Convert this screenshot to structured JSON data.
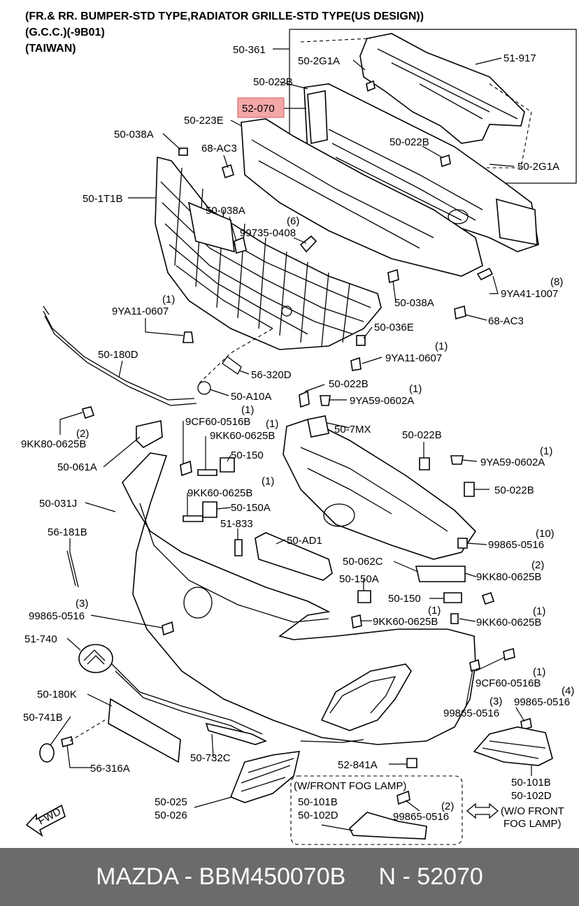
{
  "header": {
    "line1": "(FR.& RR. BUMPER-STD TYPE,RADIATOR GRILLE-STD TYPE(US DESIGN))",
    "line2": "(G.C.C.)(-9B01)",
    "line3": "(TAIWAN)"
  },
  "highlight": {
    "label": "52-070",
    "color": "#f4a7a7"
  },
  "labels": {
    "p50_361": "50-361",
    "p50_2g1a_top": "50-2G1A",
    "p51_917": "51-917",
    "p50_022b_a": "50-022B",
    "p50_223e": "50-223E",
    "p50_038a_a": "50-038A",
    "p68_ac3_a": "68-AC3",
    "p50_022b_b": "50-022B",
    "p50_2g1a_bot": "50-2G1A",
    "p50_1t1b": "50-1T1B",
    "p50_038a_b": "50-038A",
    "q6": "(6)",
    "p99735": "99735-0408",
    "q8": "(8)",
    "p9ya41": "9YA41-1007",
    "p50_038a_c": "50-038A",
    "q1_a": "(1)",
    "p9ya11_a": "9YA11-0607",
    "p68_ac3_b": "68-AC3",
    "p50_036e": "50-036E",
    "p50_180d": "50-180D",
    "q1_b": "(1)",
    "p9ya11_b": "9YA11-0607",
    "p56_320d": "56-320D",
    "p50_a10a": "50-A10A",
    "p50_022b_c": "50-022B",
    "q1_c": "(1)",
    "p9ya59_a": "9YA59-0602A",
    "q1_d": "(1)",
    "p9cf60_a": "9CF60-0516B",
    "q1_e": "(1)",
    "p50_7mx": "50-7MX",
    "q2_a": "(2)",
    "p9kk80_a": "9KK80-0625B",
    "p9kk60_a": "9KK60-0625B",
    "p50_022b_d": "50-022B",
    "q1_f": "(1)",
    "p9ya59_b": "9YA59-0602A",
    "p50_061a": "50-061A",
    "p50_150_a": "50-150",
    "p50_022b_e": "50-022B",
    "q1_g": "(1)",
    "p9kk60_b": "9KK60-0625B",
    "p50_031j": "50-031J",
    "p50_150a_a": "50-150A",
    "p51_833": "51-833",
    "q10": "(10)",
    "p99865_a": "99865-0516",
    "p56_181b": "56-181B",
    "p50_ad1": "50-AD1",
    "p50_062c": "50-062C",
    "q2_b": "(2)",
    "p9kk80_b": "9KK80-0625B",
    "p50_150a_b": "50-150A",
    "p50_150_b": "50-150",
    "q3_a": "(3)",
    "p99865_b": "99865-0516",
    "q1_h": "(1)",
    "p9kk60_c": "9KK60-0625B",
    "q1_i": "(1)",
    "p9kk60_d": "9KK60-0625B",
    "p51_740": "51-740",
    "q1_j": "(1)",
    "p9cf60_b": "9CF60-0516B",
    "p50_180k": "50-180K",
    "q4": "(4)",
    "p99865_c": "99865-0516",
    "q3_b": "(3)",
    "p99865_d": "99865-0516",
    "p50_741b": "50-741B",
    "p56_316a": "56-316A",
    "p50_732c": "50-732C",
    "p52_841a": "52-841A",
    "p50_101b_a": "50-101B",
    "p50_102d_a": "50-102D",
    "p50_025": "50-025",
    "p50_026": "50-026",
    "fog_title": "(W/FRONT FOG LAMP)",
    "p50_101b_b": "50-101B",
    "p50_102d_b": "50-102D",
    "q2_c": "(2)",
    "p99865_e": "99865-0516",
    "wo_fog_1": "(W/O FRONT",
    "wo_fog_2": "FOG LAMP)",
    "fwd": "FWD"
  },
  "footer": {
    "text": "MAZDA - BBM450070B     N - 52070",
    "background": "#6b6b6b",
    "color": "#ffffff"
  }
}
